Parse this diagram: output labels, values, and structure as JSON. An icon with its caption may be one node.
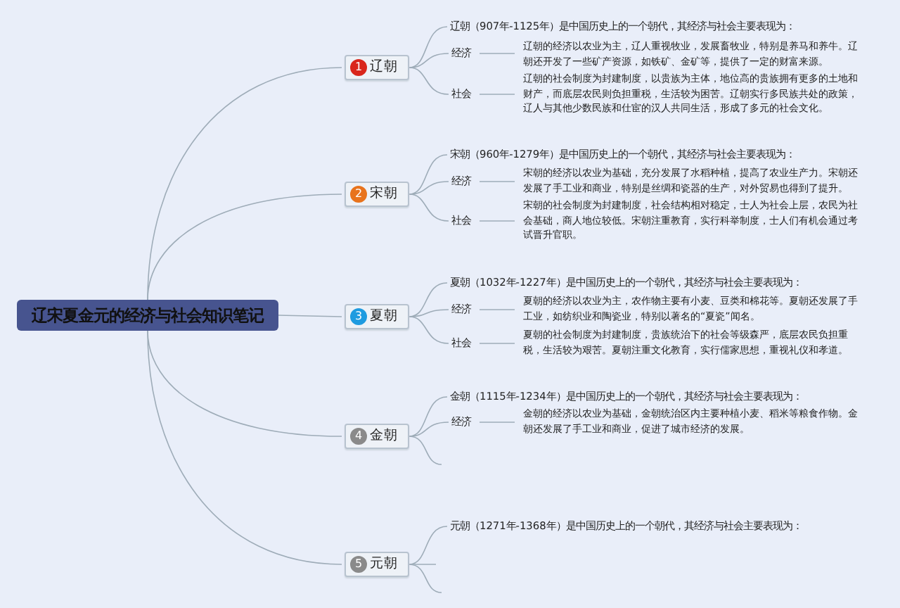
{
  "diagram": {
    "nodes": [
      {
        "text": [
          "辽宋夏金元的经济与社会知识笔记"
        ]
      },
      {
        "text": [
          "1",
          "辽朝"
        ]
      },
      {
        "text": [
          "辽朝（907年-1125年）是中国历史上的一个朝代，其经济与社会主要表现为："
        ]
      },
      {
        "text": [
          "经济"
        ]
      },
      {
        "text": [
          "辽朝的经济以农业为主，辽人重视牧业，发展畜牧业，特别是养马和养牛。辽朝还开发了一些矿产资源，如铁矿、金矿等，提供了一定的财富来源。"
        ]
      },
      {
        "text": [
          "社会"
        ]
      },
      {
        "text": [
          "辽朝的社会制度为封建制度，以贵族为主体，地位高的贵族拥有更多的土地和财产，而底层农民则负担重税，生活较为困苦。辽朝实行多民族共处的政策，辽人与其他少数民族和仕宦的汉人共同生活，形成了多元的社会文化。"
        ]
      },
      {
        "text": [
          "2",
          "宋朝"
        ]
      },
      {
        "text": [
          "宋朝（960年-1279年）是中国历史上的一个朝代，其经济与社会主要表现为："
        ]
      },
      {
        "text": [
          "经济"
        ]
      },
      {
        "text": [
          "宋朝的经济以农业为基础，充分发展了水稻种植，提高了农业生产力。宋朝还发展了手工业和商业，特别是丝绸和瓷器的生产，对外贸易也得到了提升。"
        ]
      },
      {
        "text": [
          "社会"
        ]
      },
      {
        "text": [
          "宋朝的社会制度为封建制度，社会结构相对稳定，士人为社会上层，农民为社会基础，商人地位较低。宋朝注重教育，实行科举制度，士人们有机会通过考试晋升官职。"
        ]
      },
      {
        "text": [
          "3",
          "夏朝"
        ]
      },
      {
        "text": [
          "夏朝（1032年-1227年）是中国历史上的一个朝代，其经济与社会主要表现为："
        ]
      },
      {
        "text": [
          "经济"
        ]
      },
      {
        "text": [
          "夏朝的经济以农业为主，农作物主要有小麦、豆类和棉花等。夏朝还发展了手工业，如纺织业和陶瓷业，特别以著名的“夏瓷”闻名。"
        ]
      },
      {
        "text": [
          "社会"
        ]
      },
      {
        "text": [
          "夏朝的社会制度为封建制度，贵族统治下的社会等级森严，底层农民负担重税，生活较为艰苦。夏朝注重文化教育，实行儒家思想，重视礼仪和孝道。"
        ]
      },
      {
        "text": [
          "4",
          "金朝"
        ]
      },
      {
        "text": [
          "金朝（1115年-1234年）是中国历史上的一个朝代，其经济与社会主要表现为："
        ]
      },
      {
        "text": [
          "经济"
        ]
      },
      {
        "text": [
          "金朝的经济以农业为基础，金朝统治区内主要种植小麦、稻米等粮食作物。金朝还发展了手工业和商业，促进了城市经济的发展。"
        ]
      },
      {
        "text": [
          "5",
          "元朝"
        ]
      },
      {
        "text": [
          "元朝（1271年-1368年）是中国历史上的一个朝代，其经济与社会主要表现为："
        ]
      }
    ],
    "edges": [
      {
        "from": 0,
        "to": 1,
        "arrow": "none"
      },
      {
        "from": 1,
        "to": 2,
        "arrow": "none"
      },
      {
        "from": 1,
        "to": 3,
        "arrow": "none"
      },
      {
        "from": 1,
        "to": 5,
        "arrow": "none"
      },
      {
        "from": 3,
        "to": 4,
        "arrow": "none"
      },
      {
        "from": 5,
        "to": 6,
        "arrow": "none"
      },
      {
        "from": 0,
        "to": 7,
        "arrow": "none"
      },
      {
        "from": 7,
        "to": 8,
        "arrow": "none"
      },
      {
        "from": 7,
        "to": 9,
        "arrow": "none"
      },
      {
        "from": 7,
        "to": 11,
        "arrow": "none"
      },
      {
        "from": 9,
        "to": 10,
        "arrow": "none"
      },
      {
        "from": 11,
        "to": 12,
        "arrow": "none"
      },
      {
        "from": 0,
        "to": 13,
        "arrow": "none"
      },
      {
        "from": 13,
        "to": 14,
        "arrow": "none"
      },
      {
        "from": 13,
        "to": 15,
        "arrow": "none"
      },
      {
        "from": 13,
        "to": 17,
        "arrow": "none"
      },
      {
        "from": 15,
        "to": 16,
        "arrow": "none"
      },
      {
        "from": 17,
        "to": 18,
        "arrow": "none"
      },
      {
        "from": 0,
        "to": 19,
        "arrow": "none"
      },
      {
        "from": 19,
        "to": 20,
        "arrow": "none"
      },
      {
        "from": 19,
        "to": 21,
        "arrow": "none"
      },
      {
        "from": 19,
        "to": null,
        "arrow": "none"
      },
      {
        "from": 21,
        "to": 22,
        "arrow": "none"
      },
      {
        "from": 0,
        "to": 23,
        "arrow": "none"
      },
      {
        "from": 23,
        "to": 24,
        "arrow": "none"
      },
      {
        "from": 23,
        "to": null,
        "arrow": "none"
      },
      {
        "from": 23,
        "to": null,
        "arrow": "none"
      }
    ]
  }
}
